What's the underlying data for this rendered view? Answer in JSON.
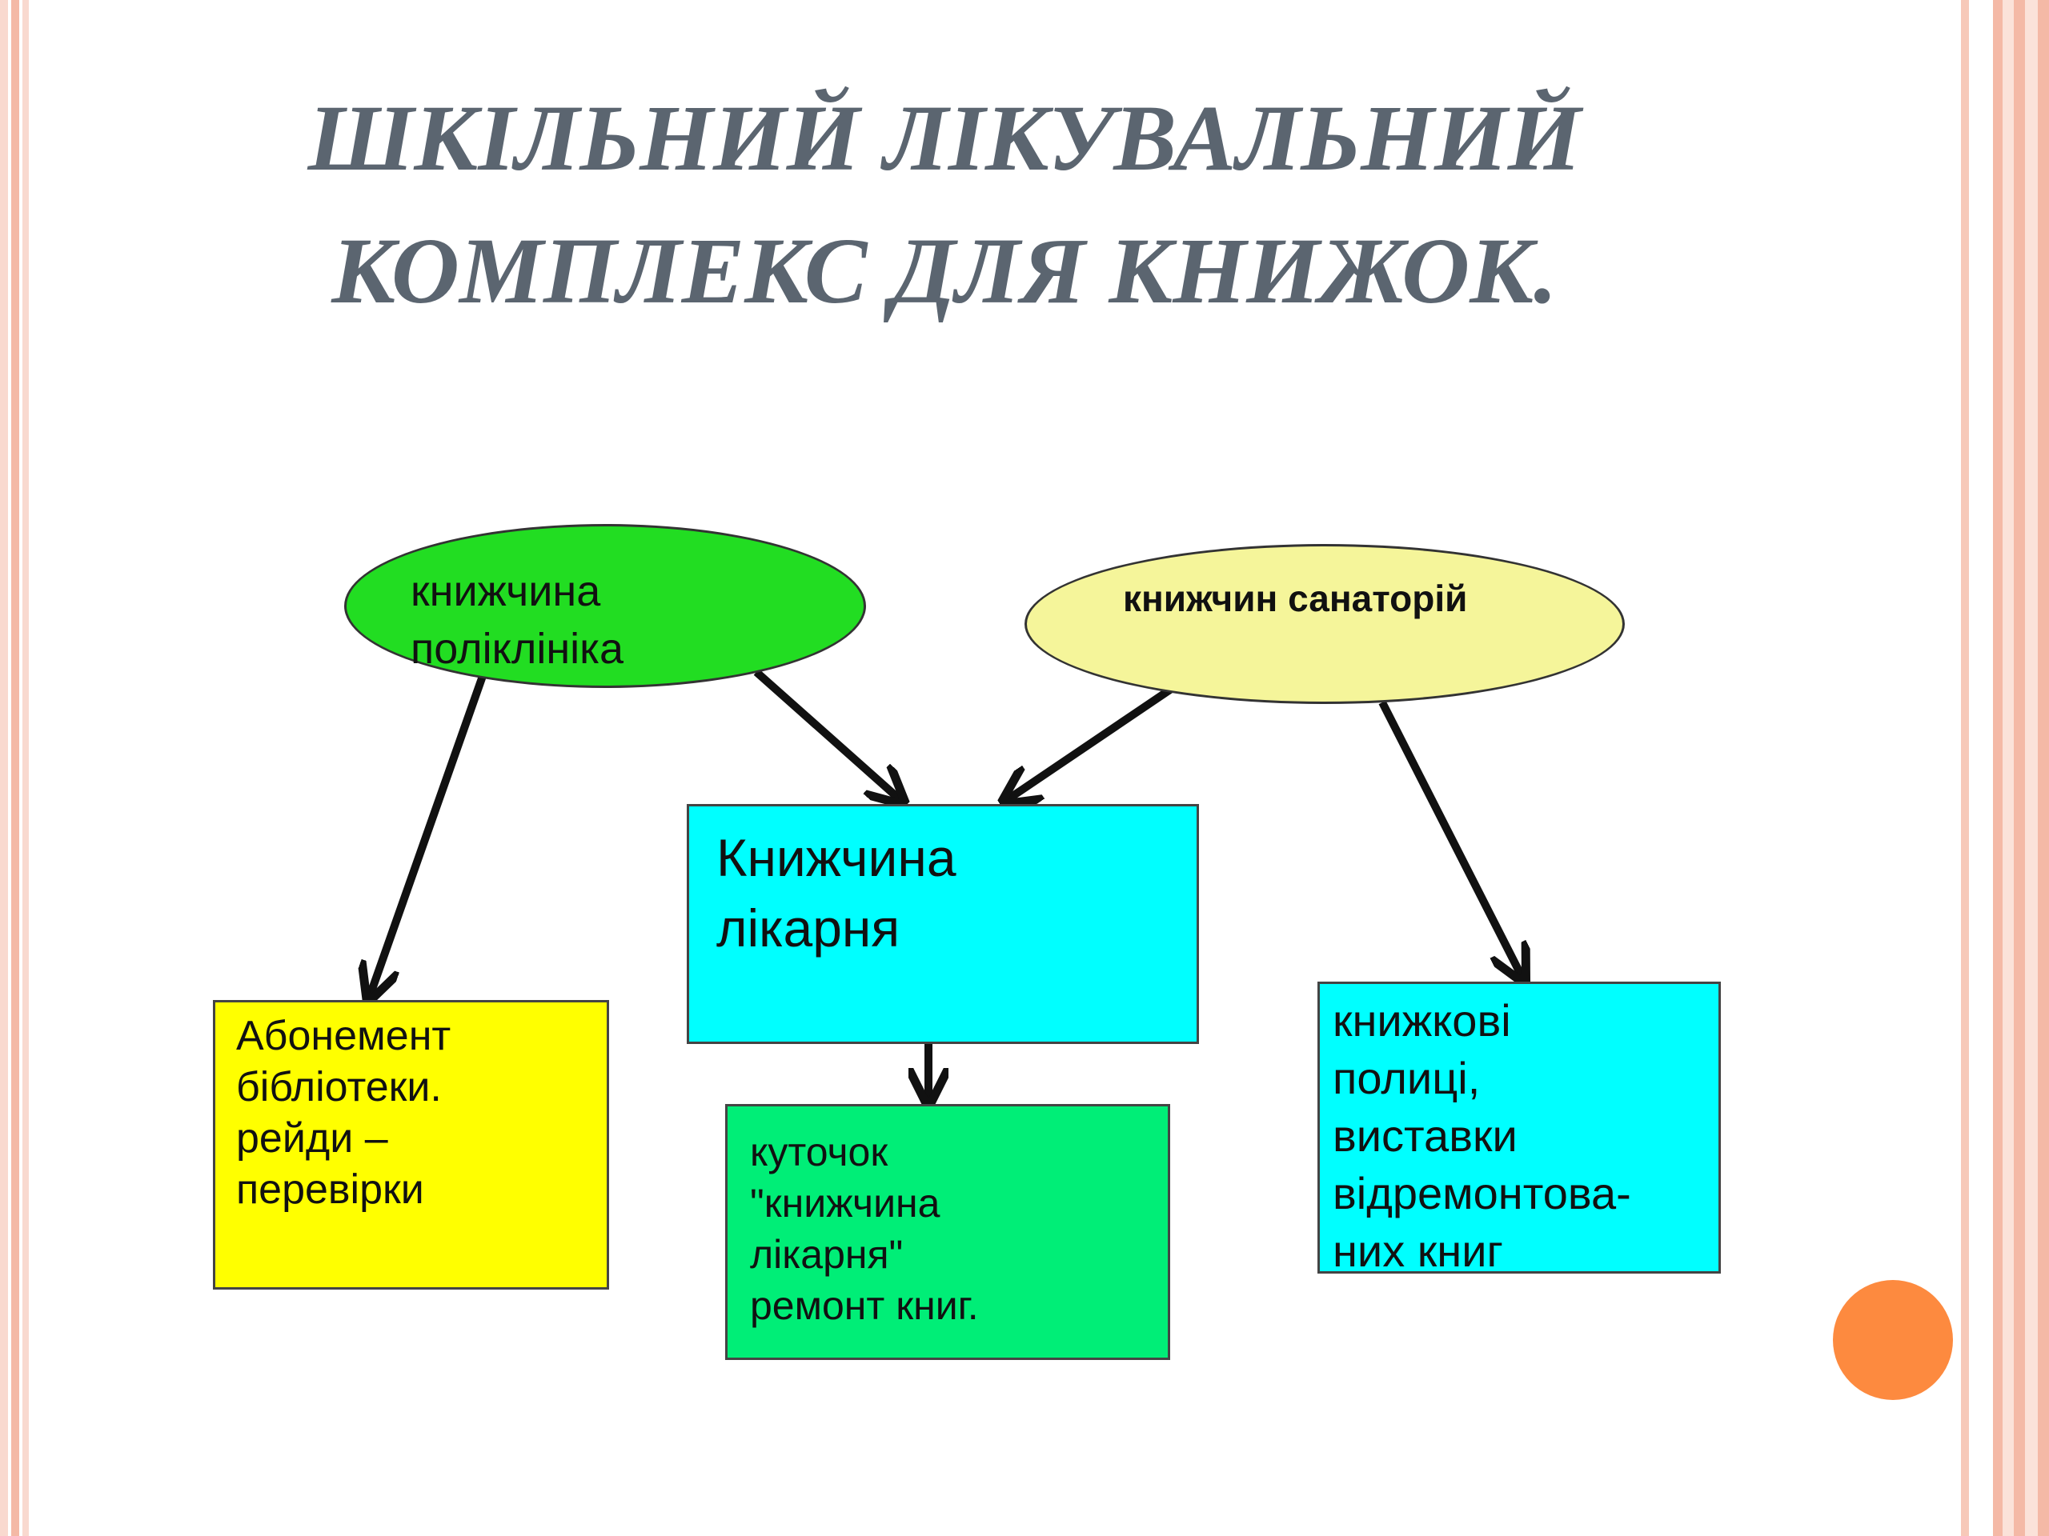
{
  "title": {
    "line1": "Шкільний лікувальний",
    "line2": "комплекс для книжок."
  },
  "nodes": {
    "polyclinic": "книжчина\nполіклініка",
    "sanatorium": "книжчин санаторій",
    "hospital": "Книжчина\nлікарня",
    "abonement": "Абонемент\nбібліотеки.\nрейди –\nперевірки",
    "corner": "куточок\n\"книжчина\nлікарня\"\nремонт книг.",
    "shelves": "книжкові\nполиці,\nвиставки\nвідремонтова-\nних книг"
  },
  "colors": {
    "polyclinic": "#22dd22",
    "sanatorium": "#f5f59a",
    "hospital": "#00ffff",
    "abonement": "#ffff00",
    "corner": "#00ee77",
    "shelves": "#00ffff",
    "accent_dot": "#fd8a3f"
  },
  "edges": [
    {
      "from": "polyclinic",
      "to": "abonement"
    },
    {
      "from": "polyclinic",
      "to": "hospital"
    },
    {
      "from": "sanatorium",
      "to": "hospital"
    },
    {
      "from": "sanatorium",
      "to": "shelves"
    },
    {
      "from": "hospital",
      "to": "corner"
    }
  ]
}
